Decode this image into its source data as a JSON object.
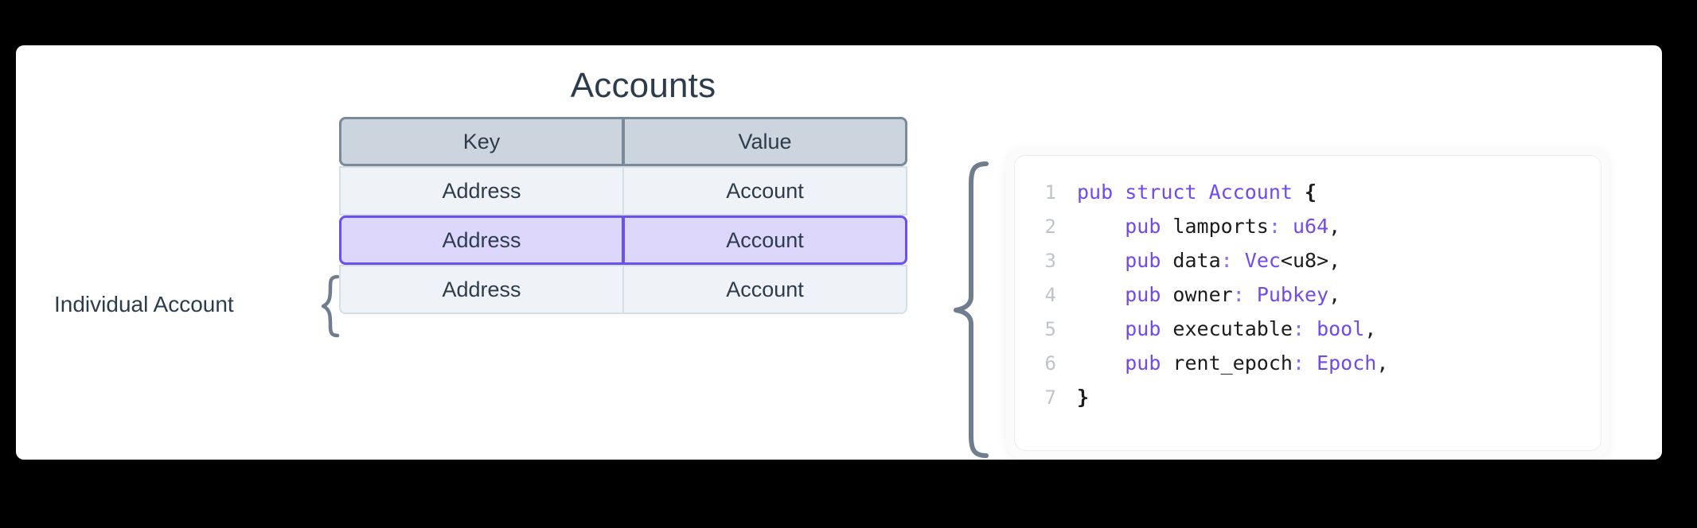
{
  "diagram": {
    "title": "Accounts",
    "annotation_label": "Individual Account",
    "annotation_brace_icon": "left-curly-brace-icon",
    "link_brace_icon": "large-left-curly-brace-icon"
  },
  "table": {
    "columns": [
      "Key",
      "Value"
    ],
    "rows": [
      {
        "key": "Address",
        "value": "Account",
        "highlighted": false
      },
      {
        "key": "Address",
        "value": "Account",
        "highlighted": true
      },
      {
        "key": "Address",
        "value": "Account",
        "highlighted": false
      }
    ]
  },
  "code_panel": {
    "language": "rust",
    "line_numbers": [
      "1",
      "2",
      "3",
      "4",
      "5",
      "6",
      "7"
    ],
    "lines": [
      {
        "n": "1",
        "text": "pub struct Account {"
      },
      {
        "n": "2",
        "text": "    pub lamports: u64,"
      },
      {
        "n": "3",
        "text": "    pub data: Vec<u8>,"
      },
      {
        "n": "4",
        "text": "    pub owner: Pubkey,"
      },
      {
        "n": "5",
        "text": "    pub executable: bool,"
      },
      {
        "n": "6",
        "text": "    pub rent_epoch: Epoch,"
      },
      {
        "n": "7",
        "text": "}"
      }
    ],
    "tokens": [
      [
        {
          "t": "pub struct ",
          "c": "kw"
        },
        {
          "t": "Account",
          "c": "type"
        },
        {
          "t": " ",
          "c": "plain"
        },
        {
          "t": "{",
          "c": "brace"
        }
      ],
      [
        {
          "t": "    ",
          "c": "plain"
        },
        {
          "t": "pub",
          "c": "kw"
        },
        {
          "t": " lamports",
          "c": "plain"
        },
        {
          "t": ":",
          "c": "punct"
        },
        {
          "t": " ",
          "c": "plain"
        },
        {
          "t": "u64",
          "c": "type"
        },
        {
          "t": ",",
          "c": "plain"
        }
      ],
      [
        {
          "t": "    ",
          "c": "plain"
        },
        {
          "t": "pub",
          "c": "kw"
        },
        {
          "t": " data",
          "c": "plain"
        },
        {
          "t": ":",
          "c": "punct"
        },
        {
          "t": " ",
          "c": "plain"
        },
        {
          "t": "Vec",
          "c": "type"
        },
        {
          "t": "<u8>",
          "c": "plain"
        },
        {
          "t": ",",
          "c": "plain"
        }
      ],
      [
        {
          "t": "    ",
          "c": "plain"
        },
        {
          "t": "pub",
          "c": "kw"
        },
        {
          "t": " owner",
          "c": "plain"
        },
        {
          "t": ":",
          "c": "punct"
        },
        {
          "t": " ",
          "c": "plain"
        },
        {
          "t": "Pubkey",
          "c": "type"
        },
        {
          "t": ",",
          "c": "plain"
        }
      ],
      [
        {
          "t": "    ",
          "c": "plain"
        },
        {
          "t": "pub",
          "c": "kw"
        },
        {
          "t": " executable",
          "c": "plain"
        },
        {
          "t": ":",
          "c": "punct"
        },
        {
          "t": " ",
          "c": "plain"
        },
        {
          "t": "bool",
          "c": "type"
        },
        {
          "t": ",",
          "c": "plain"
        }
      ],
      [
        {
          "t": "    ",
          "c": "plain"
        },
        {
          "t": "pub",
          "c": "kw"
        },
        {
          "t": " rent_epoch",
          "c": "plain"
        },
        {
          "t": ":",
          "c": "punct"
        },
        {
          "t": " ",
          "c": "plain"
        },
        {
          "t": "Epoch",
          "c": "type"
        },
        {
          "t": ",",
          "c": "plain"
        }
      ],
      [
        {
          "t": "}",
          "c": "brace"
        }
      ]
    ]
  },
  "colors": {
    "page_background": "#000000",
    "card_background": "#ffffff",
    "title_text": "#2d3c4d",
    "header_fill": "#ccd5dd",
    "header_border": "#7b8a9a",
    "row_fill": "#eff3f7",
    "row_border": "#d6dee6",
    "highlight_fill": "#ddd8fb",
    "highlight_border": "#6c4ff0",
    "brace_stroke": "#6f7d8c",
    "code_keyword": "#7049f0",
    "code_type": "#7049f0",
    "code_plain": "#1c1c1c",
    "line_number": "#bfc4ca"
  }
}
